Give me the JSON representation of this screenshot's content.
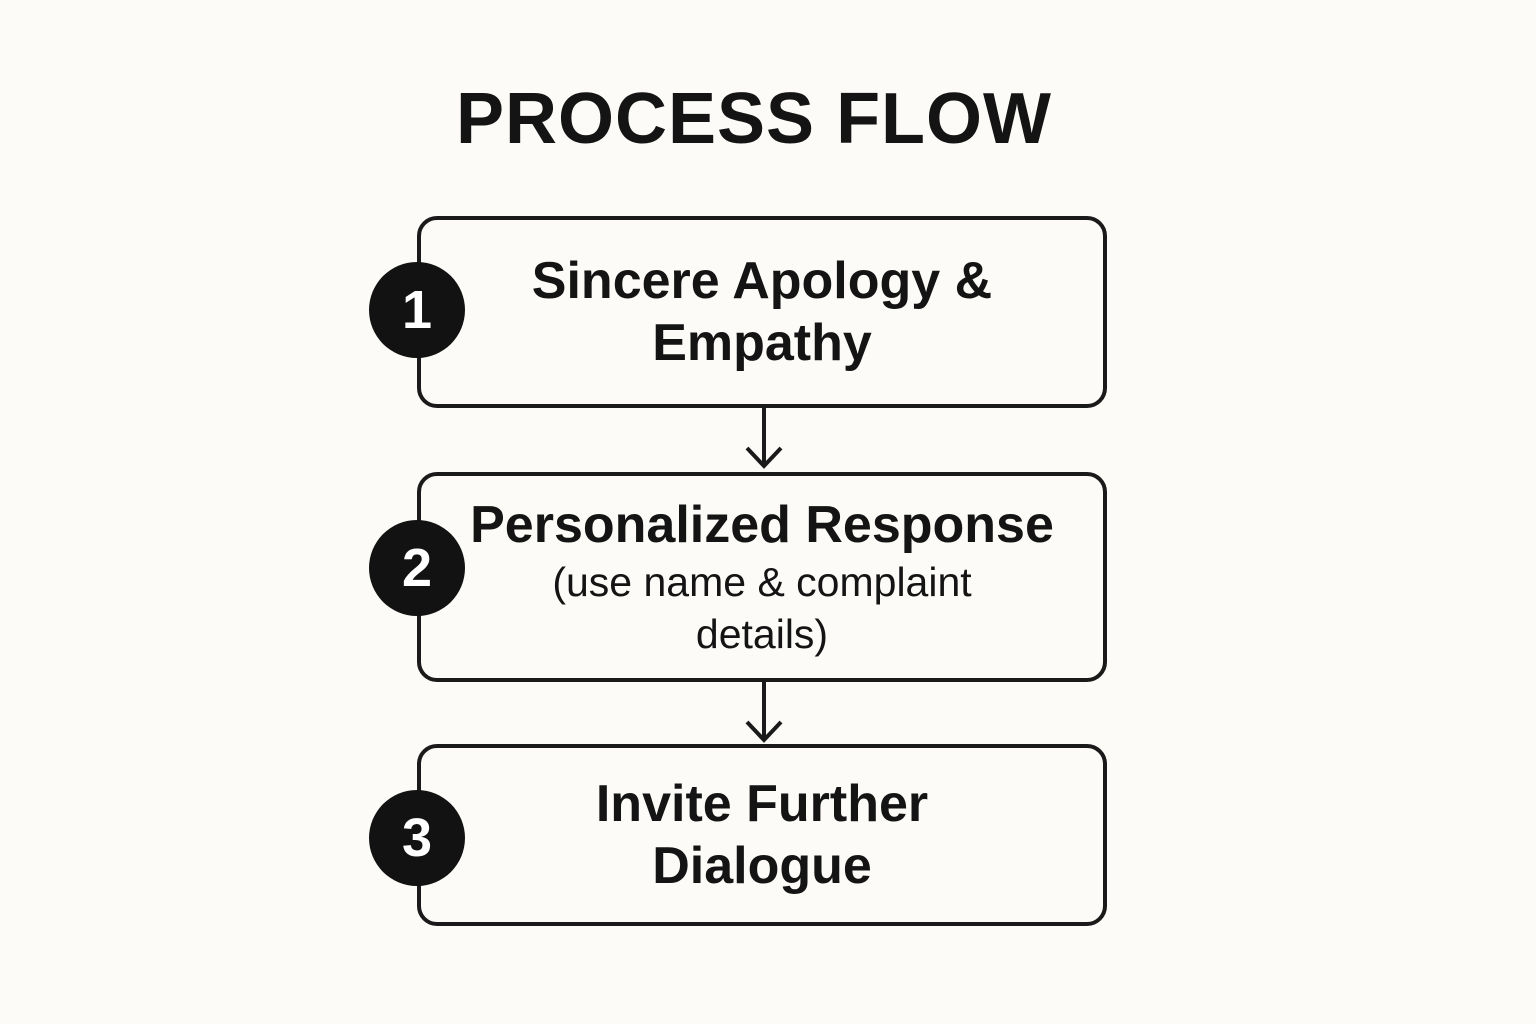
{
  "title": "PROCESS FLOW",
  "steps": [
    {
      "number": "1",
      "title": "Sincere Apology & Empathy",
      "subtitle": ""
    },
    {
      "number": "2",
      "title": "Personalized Response",
      "subtitle": "(use name & complaint details)"
    },
    {
      "number": "3",
      "title": "Invite Further Dialogue",
      "subtitle": ""
    }
  ],
  "colors": {
    "background": "#fcfbf7",
    "ink": "#141414",
    "badge": "#121212",
    "badge_text": "#ffffff"
  }
}
